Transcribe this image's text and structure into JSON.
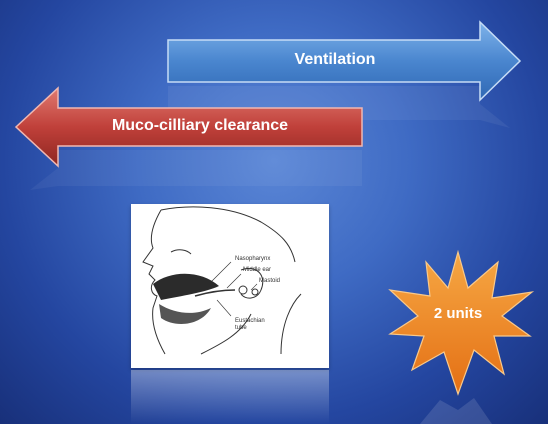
{
  "arrows": {
    "ventilation_label": "Ventilation",
    "clearance_label": "Muco-cilliary clearance"
  },
  "figure": {
    "labels": {
      "nasopharynx": "Nasopharynx",
      "middle_ear": "Middle ear",
      "mastoid": "Mastoid",
      "eustachian_tube_1": "Eustachian",
      "eustachian_tube_2": "tube"
    }
  },
  "badge": {
    "label": "2 units"
  },
  "colors": {
    "background": "#2f55b5",
    "ventilation_arrow": "#4a86cf",
    "clearance_arrow": "#c0403a",
    "star_fill": "#f08a24"
  }
}
